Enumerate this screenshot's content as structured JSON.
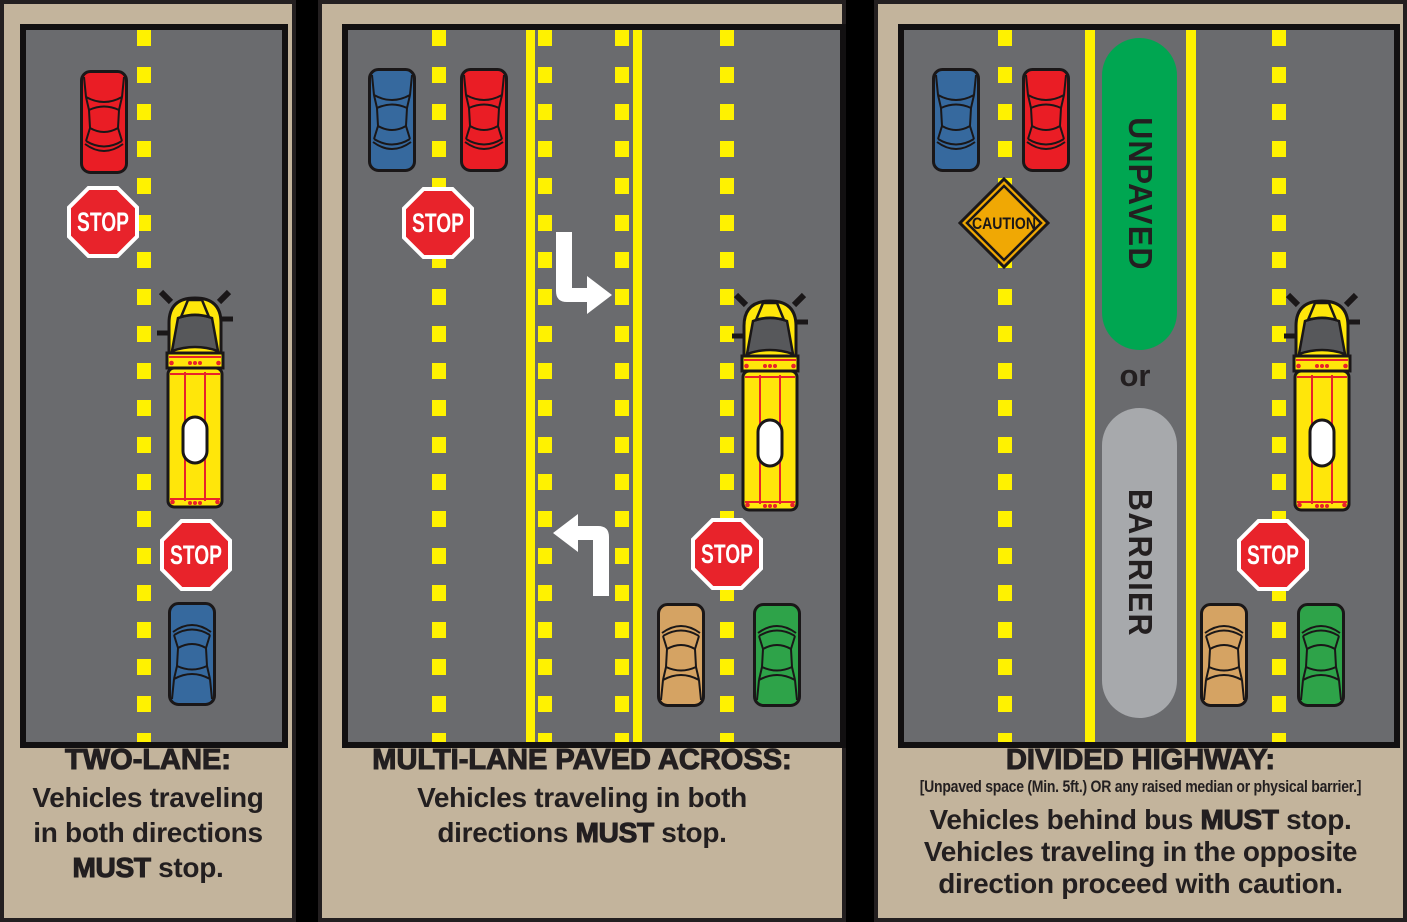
{
  "colors": {
    "panel_tan": "#C3B49C",
    "road_gray": "#6A6B6E",
    "line_yellow": "#FFF200",
    "bus_yellow": "#FFE60A",
    "stop_red": "#E8232B",
    "car_red": "#EA1D25",
    "car_blue": "#36699E",
    "car_tan": "#D5A363",
    "car_green": "#2EA349",
    "caution_orange": "#F0A804",
    "unpaved_green": "#00A651",
    "barrier_gray": "#A7A9AC",
    "windshield_gray": "#57585B",
    "text_dark": "#231F20",
    "arrow_white": "#FFFFFF"
  },
  "signs": {
    "stop": "STOP",
    "caution": "CAUTION"
  },
  "median": {
    "unpaved": "UNPAVED",
    "or": "or",
    "barrier": "BARRIER"
  },
  "panels": [
    {
      "title": "TWO-LANE:",
      "caption_lines": [
        [
          {
            "text": "Vehicles traveling"
          }
        ],
        [
          {
            "text": "in both directions"
          }
        ],
        [
          {
            "text": "MUST",
            "heavy": true
          },
          {
            "text": " stop."
          }
        ]
      ]
    },
    {
      "title": "MULTI-LANE PAVED ACROSS:",
      "caption_lines": [
        [
          {
            "text": "Vehicles traveling in both"
          }
        ],
        [
          {
            "text": "directions "
          },
          {
            "text": "MUST",
            "heavy": true
          },
          {
            "text": " stop."
          }
        ]
      ]
    },
    {
      "title": "DIVIDED HIGHWAY:",
      "subtitle": "[Unpaved space (Min. 5ft.) OR any raised median or physical barrier.]",
      "caption_lines": [
        [
          {
            "text": "Vehicles behind bus "
          },
          {
            "text": "MUST",
            "heavy": true
          },
          {
            "text": " stop."
          }
        ],
        [
          {
            "text": "Vehicles traveling in the opposite"
          }
        ],
        [
          {
            "text": "direction proceed with caution."
          }
        ]
      ]
    }
  ]
}
